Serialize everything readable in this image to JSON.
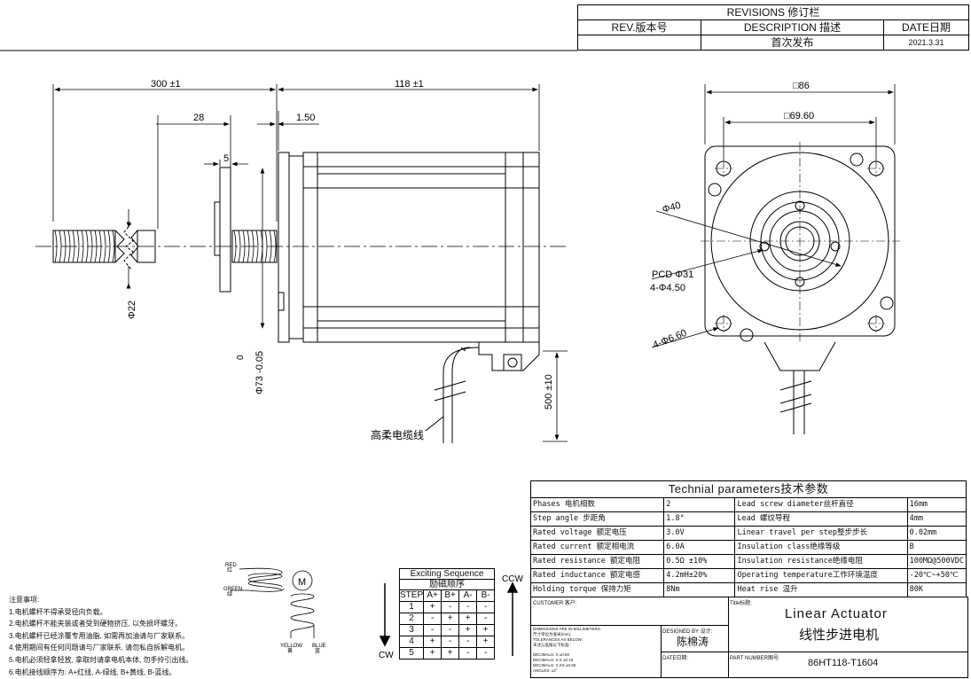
{
  "revisions": {
    "header": "REVISIONS 修订栏",
    "col_rev": "REV.版本号",
    "col_desc": "DESCRIPTION 描述",
    "col_date": "DATE日期",
    "row_desc": "首次发布",
    "row_date": "2021.3.31"
  },
  "dimensions": {
    "screw_length": "300 ±1",
    "body_length": "118 ±1",
    "d28": "28",
    "d5": "5",
    "d150": "1.50",
    "dia22": "Φ22",
    "dia73": "Φ73 -0.05",
    "dia73_tol": "0",
    "cable": "500 ±10",
    "sq86": "□86",
    "sq6960": "□69.60",
    "dia40": "Φ40",
    "pcd31": "PCD Φ31",
    "holes450": "4-Φ4.50",
    "holes660": "4-Φ6.60",
    "cable_label": "高柔电缆线"
  },
  "wiring": {
    "red": "RED",
    "red_cn": "红",
    "green": "GREEN",
    "green_cn": "绿",
    "yellow": "YELLOW",
    "yellow_cn": "黄",
    "blue": "BLUE",
    "blue_cn": "蓝",
    "motor": "M"
  },
  "sequence": {
    "title": "Exciting Sequence",
    "title_cn": "励磁顺序",
    "ccw": "CCW",
    "cw": "CW",
    "headers": [
      "STEP",
      "A+",
      "B+",
      "A-",
      "B-"
    ],
    "rows": [
      [
        "1",
        "+",
        "-",
        "-",
        "-"
      ],
      [
        "2",
        "-",
        "+",
        "+",
        "-"
      ],
      [
        "3",
        "-",
        "-",
        "+",
        "+"
      ],
      [
        "4",
        "+",
        "-",
        "-",
        "+"
      ],
      [
        "5",
        "+",
        "+",
        "-",
        "-"
      ]
    ]
  },
  "params": {
    "title": "Technial parameters技术参数",
    "rows": [
      [
        "Phases 电机相数",
        "2",
        "Lead screw diameter丝杆直径",
        "16mm"
      ],
      [
        "Step angle 步距角",
        "1.8°",
        "Lead 螺纹导程",
        "4mm"
      ],
      [
        "Rated voltage 额定电压",
        "3.0V",
        "Linear travel per step整步步长",
        "0.02mm"
      ],
      [
        "Rated current 额定相电流",
        "6.0A",
        "Insulation class绝缘等级",
        "B"
      ],
      [
        "Rated resistance 额定电阻",
        "0.5Ω ±10%",
        "Insulation resistance绝缘电阻",
        "100MΩ@500VDC"
      ],
      [
        "Rated inductance 额定电感",
        "4.2mH±20%",
        "Operating temperature工作环境温度",
        "-20℃~+50℃"
      ],
      [
        "Holding torque 保持力矩",
        "8Nm",
        "Heat rise 温升",
        "80K"
      ]
    ]
  },
  "title_block": {
    "customer": "CUSTOMER 客户:",
    "title_label": "Title标题:",
    "title_en": "Linear Actuator",
    "title_cn": "线性步进电机",
    "designed_label": "DESIGNED BY 设计:",
    "designer": "陈棉涛",
    "date_label": "DATE日期:",
    "part_label": "PART NUMBER图号:",
    "part_number": "86HT118-T1604",
    "dim_note1": "DIMENSIONS ARE IN MILLIMETERS.",
    "dim_note2": "尺寸单位为毫米(mm).",
    "dim_note3": "TOLERANCES AS BELOW:",
    "dim_note4": "未注公差按以下标准:",
    "tol1": "DECIMALS: X   ±0.50",
    "tol2": "DECIMALS: X.X  ±0.10",
    "tol3": "DECIMALS: X.XX ±0.05",
    "tol4": "ANGLES: ±2°"
  },
  "notes": {
    "heading": "注意事项:",
    "items": [
      "1.电机螺杆不得承受径向负载。",
      "2.电机螺杆不能夹装或者受到硬物挤压, 以免损坏螺牙。",
      "3.电机螺杆已经涂覆专用油脂, 如需再加油请与厂家联系。",
      "4.使用期间有任何问题请与厂家联系, 请勿私自拆解电机。",
      "5.电机必须轻拿轻放, 拿取时请拿电机本体, 勿手拎引出线。",
      "6.电机接线顺序为: A+红线, A-绿线, B+黄线, B-蓝线。"
    ]
  }
}
